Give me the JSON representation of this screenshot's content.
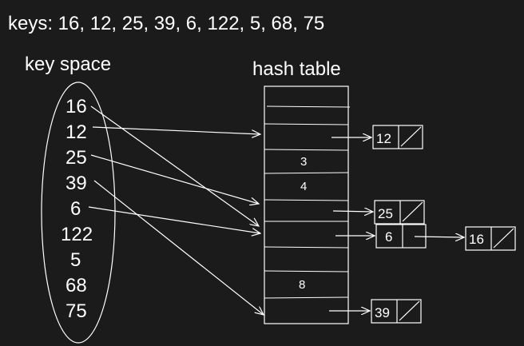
{
  "keys_line": "keys: 16, 12, 25, 39, 6, 122, 5, 68, 75",
  "key_space": {
    "title": "key space",
    "keys": [
      "16",
      "12",
      "25",
      "39",
      "6",
      "122",
      "5",
      "68",
      "75"
    ]
  },
  "hash_table": {
    "title": "hash table",
    "slot_labels": {
      "3": "3",
      "4": "4",
      "8": "8"
    }
  },
  "chains": {
    "slot_1": [
      "12"
    ],
    "slot_5": [
      "25"
    ],
    "slot_6": [
      "6",
      "16"
    ],
    "slot_9": [
      "39"
    ]
  },
  "colors": {
    "background": "#1b1b1b",
    "ink": "#ffffff"
  }
}
